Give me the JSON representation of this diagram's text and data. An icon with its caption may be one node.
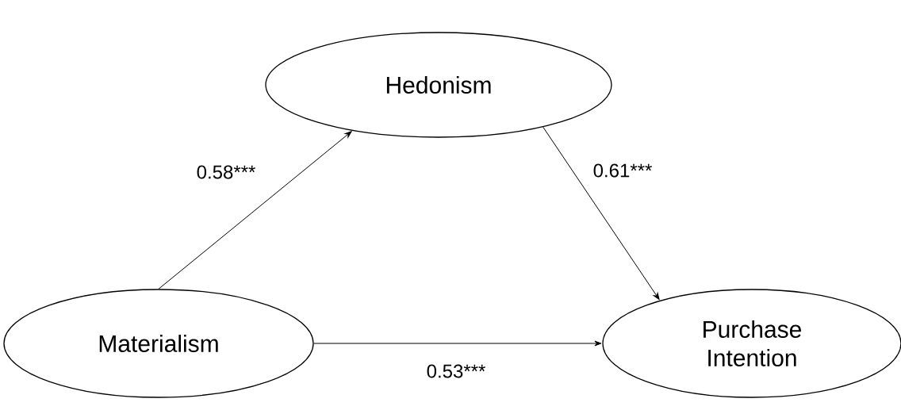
{
  "diagram": {
    "nodes": [
      {
        "text": [
          "Hedonism"
        ]
      },
      {
        "text": [
          "Materialism"
        ]
      },
      {
        "text": [
          "Purchase Intention"
        ]
      }
    ],
    "edges": [
      {
        "from": 1,
        "to": 0,
        "arrow": "to",
        "label": "0.58***"
      },
      {
        "from": 0,
        "to": 2,
        "arrow": "to",
        "label": "0.61***"
      },
      {
        "from": 1,
        "to": 2,
        "arrow": "to",
        "label": "0.53***"
      }
    ]
  }
}
